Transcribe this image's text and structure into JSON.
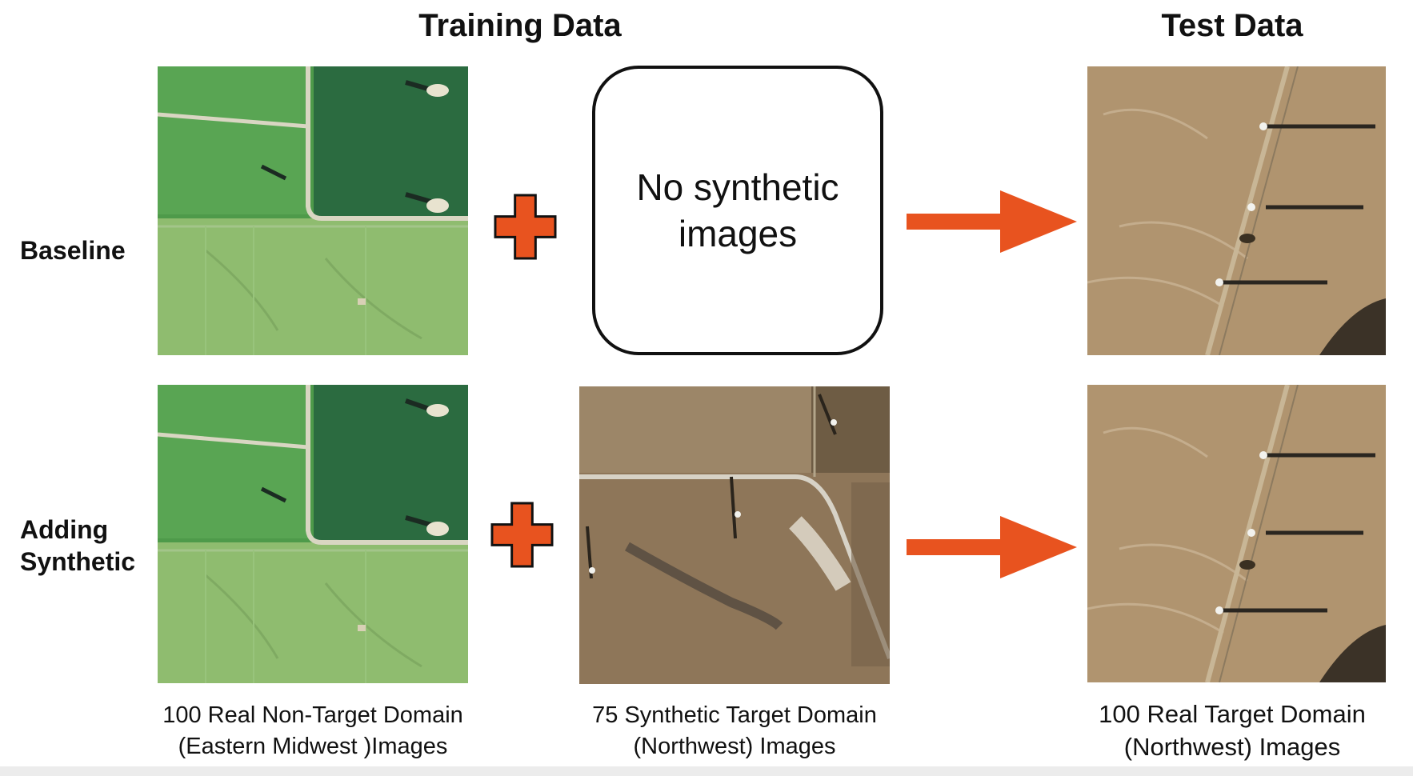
{
  "headings": {
    "training": "Training Data",
    "test": "Test Data"
  },
  "rows": {
    "baseline": "Baseline",
    "adding_line1": "Adding",
    "adding_line2": "Synthetic"
  },
  "no_synthetic": {
    "line1": "No synthetic",
    "line2": "images"
  },
  "captions": {
    "real_non_target": {
      "line1": "100 Real Non-Target Domain",
      "line2": "(Eastern Midwest )Images"
    },
    "synthetic_target": {
      "line1": "75 Synthetic Target Domain",
      "line2": "(Northwest) Images"
    },
    "real_target": {
      "line1": "100 Real Target Domain",
      "line2": "(Northwest) Images"
    }
  },
  "colors": {
    "accent_orange": "#e8531f",
    "midwest_green": "#4f9a4c",
    "midwest_dark_green": "#2c6a3f",
    "northwest_tan": "#b09472",
    "synthetic_brown": "#8e7659"
  },
  "icons": {
    "plus": "plus-icon",
    "arrow": "arrow-right-icon"
  }
}
